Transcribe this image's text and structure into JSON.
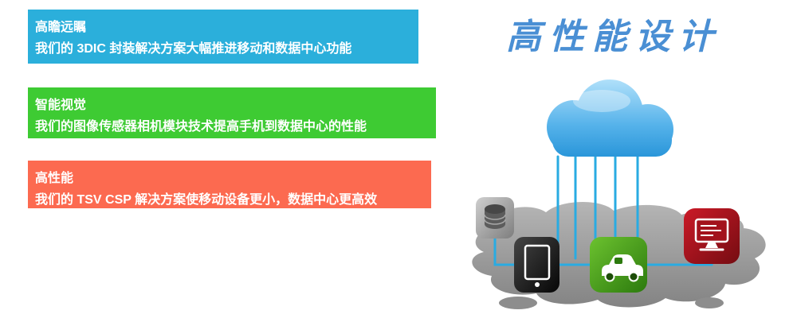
{
  "banners": [
    {
      "title": "高瞻远瞩",
      "description": "我们的 3DIC 封装解决方案大幅推进移动和数据中心功能",
      "color": "#2bafdb"
    },
    {
      "title": "智能视觉",
      "description": "我们的图像传感器相机模块技术提高手机到数据中心的性能",
      "color": "#3ecb33"
    },
    {
      "title": "高性能",
      "description": "我们的 TSV CSP 解决方案使移动设备更小，数据中心更高效",
      "color": "#fc6a50"
    }
  ],
  "headline": {
    "text": "高性能设计",
    "color": "#4a8fd4"
  },
  "illustration": {
    "icons": [
      {
        "name": "cloud-icon",
        "color": "#2e9ade"
      },
      {
        "name": "database-icon",
        "color": "#8a8a8a"
      },
      {
        "name": "tablet-icon",
        "color": "#111111"
      },
      {
        "name": "car-icon",
        "color": "#3f9718"
      },
      {
        "name": "laptop-icon",
        "color": "#8f1019"
      }
    ],
    "connector_color": "#29abe2",
    "ground_color": "#979797"
  }
}
